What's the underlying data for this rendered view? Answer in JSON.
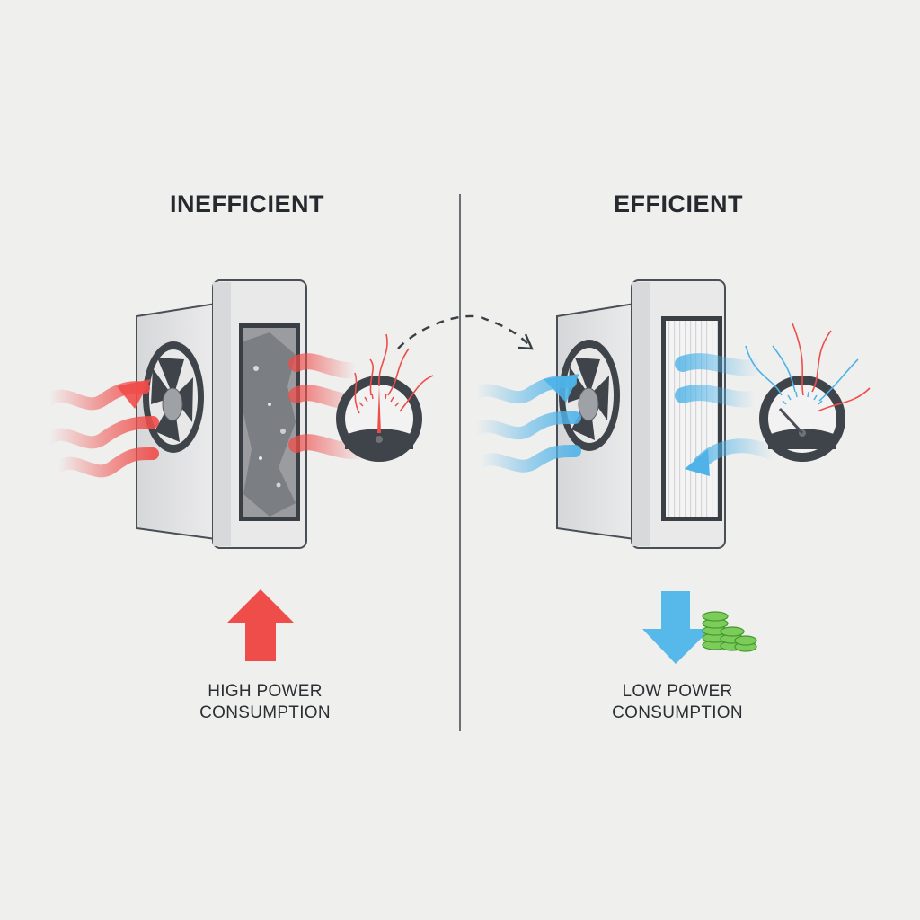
{
  "left_panel": {
    "title": "INEFFICIENT",
    "caption_line1": "HIGH POWER",
    "caption_line2": "CONSUMPTION",
    "indicator": "up-arrow",
    "filter_state": "dirty-clogged",
    "airflow_color": "#ef4d4a",
    "gauge_needle": "high"
  },
  "right_panel": {
    "title": "EFFICIENT",
    "caption_line1": "LOW POWER",
    "caption_line2": "CONSUMPTION",
    "indicator": "down-arrow",
    "savings_icon": "coin-stacks",
    "filter_state": "clean",
    "airflow_color": "#4fb3e8",
    "gauge_needle": "low"
  },
  "colors": {
    "background": "#efefee",
    "hot": "#ef4d4a",
    "cool": "#4fb3e8",
    "money": "#6cc24a",
    "outline": "#3a3f45"
  },
  "transition": "dashed-curved-arrow-left-to-right"
}
